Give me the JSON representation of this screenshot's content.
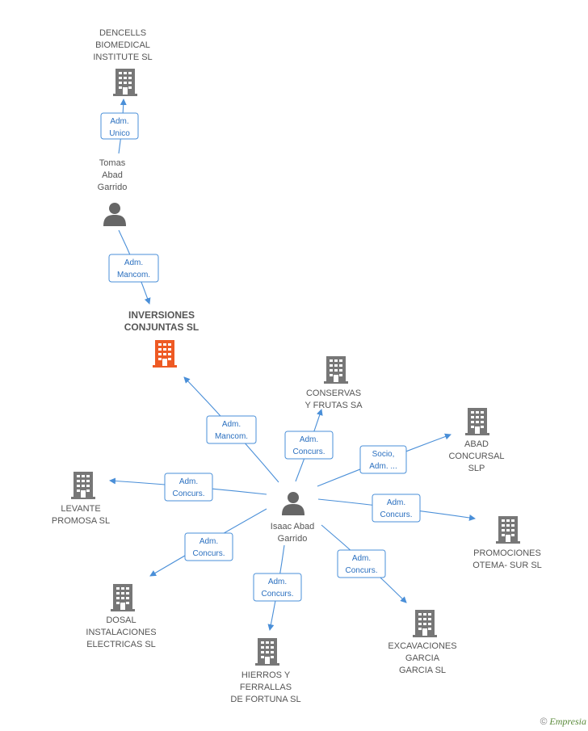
{
  "colors": {
    "edge": "#4a8fd8",
    "building": "#777777",
    "building_main": "#ee5a24",
    "person": "#666666",
    "text": "#555555"
  },
  "nodes": {
    "dencells": {
      "type": "company",
      "lines": [
        "DENCELLS",
        "BIOMEDICAL",
        "INSTITUTE  SL"
      ]
    },
    "tomas": {
      "type": "person",
      "lines": [
        "Tomas",
        "Abad",
        "Garrido"
      ]
    },
    "inversiones": {
      "type": "company-main",
      "lines": [
        "INVERSIONES",
        "CONJUNTAS SL"
      ]
    },
    "conservas": {
      "type": "company",
      "lines": [
        "CONSERVAS",
        "Y FRUTAS SA"
      ]
    },
    "abad": {
      "type": "company",
      "lines": [
        "ABAD",
        "CONCURSAL",
        "SLP"
      ]
    },
    "levante": {
      "type": "company",
      "lines": [
        "LEVANTE",
        "PROMOSA SL"
      ]
    },
    "isaac": {
      "type": "person",
      "lines": [
        "Isaac Abad",
        "Garrido"
      ]
    },
    "promociones": {
      "type": "company",
      "lines": [
        "PROMOCIONES",
        "OTEMA- SUR SL"
      ]
    },
    "dosal": {
      "type": "company",
      "lines": [
        "DOSAL",
        "INSTALACIONES",
        "ELECTRICAS  SL"
      ]
    },
    "excavaciones": {
      "type": "company",
      "lines": [
        "EXCAVACIONES",
        "GARCIA",
        "GARCIA SL"
      ]
    },
    "hierros": {
      "type": "company",
      "lines": [
        "HIERROS Y",
        "FERRALLAS",
        "DE FORTUNA SL"
      ]
    }
  },
  "edges": [
    {
      "from": "tomas",
      "to": "dencells",
      "label": [
        "Adm.",
        "Unico"
      ]
    },
    {
      "from": "tomas",
      "to": "inversiones",
      "label": [
        "Adm.",
        "Mancom."
      ]
    },
    {
      "from": "isaac",
      "to": "inversiones",
      "label": [
        "Adm.",
        "Mancom."
      ]
    },
    {
      "from": "isaac",
      "to": "conservas",
      "label": [
        "Adm.",
        "Concurs."
      ]
    },
    {
      "from": "isaac",
      "to": "abad",
      "label": [
        "Socio,",
        "Adm. ..."
      ]
    },
    {
      "from": "isaac",
      "to": "levante",
      "label": [
        "Adm.",
        "Concurs."
      ]
    },
    {
      "from": "isaac",
      "to": "promociones",
      "label": [
        "Adm.",
        "Concurs."
      ]
    },
    {
      "from": "isaac",
      "to": "dosal",
      "label": [
        "Adm.",
        "Concurs."
      ]
    },
    {
      "from": "isaac",
      "to": "excavaciones",
      "label": [
        "Adm.",
        "Concurs."
      ]
    },
    {
      "from": "isaac",
      "to": "hierros",
      "label": [
        "Adm.",
        "Concurs."
      ]
    }
  ],
  "brand": {
    "copyright": "©",
    "name": "mpresia",
    "initial": "E"
  }
}
